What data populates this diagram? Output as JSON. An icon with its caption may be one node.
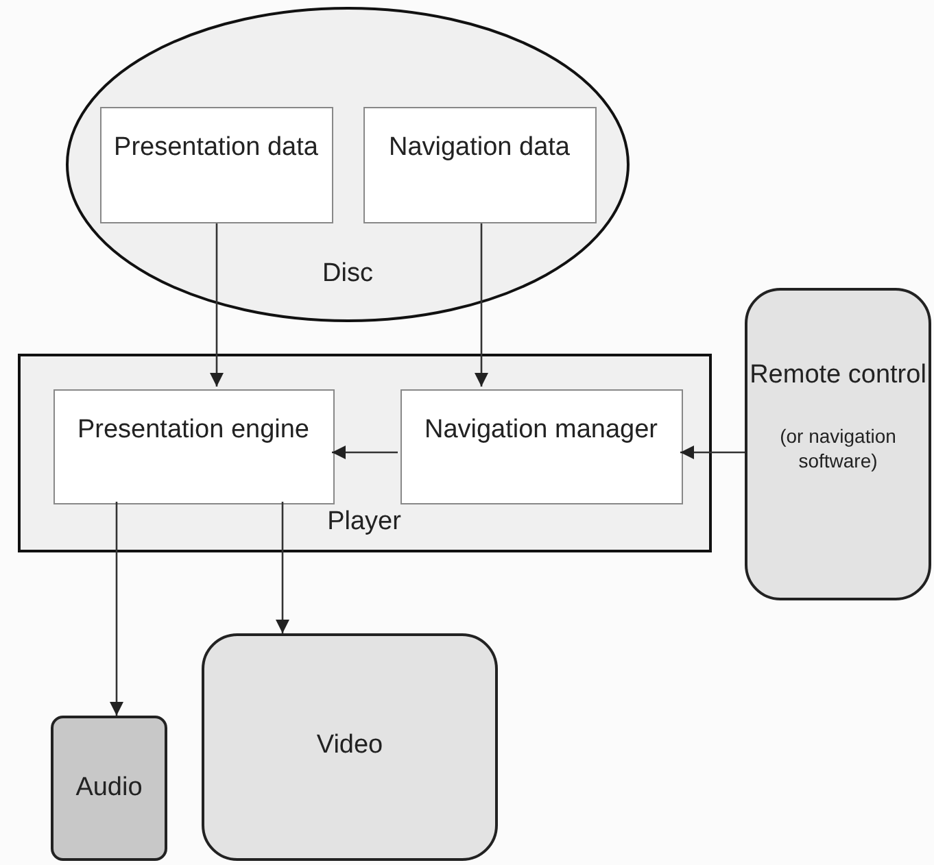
{
  "diagram": {
    "nodes": [
      {
        "text": [
          "Disc"
        ]
      },
      {
        "text": [
          "Presentation data"
        ],
        "in": 0
      },
      {
        "text": [
          "Navigation data"
        ],
        "in": 0
      },
      {
        "text": [
          "Player"
        ]
      },
      {
        "text": [
          "Presentation engine"
        ],
        "in": 3
      },
      {
        "text": [
          "Navigation manager"
        ],
        "in": 3
      },
      {
        "text": [
          "Remote control",
          "(or navigation software)"
        ]
      },
      {
        "text": [
          "Video"
        ]
      },
      {
        "text": [
          "Audio"
        ]
      }
    ],
    "edges": [
      {
        "from": 1,
        "to": 4,
        "arrow": "to"
      },
      {
        "from": 2,
        "to": 5,
        "arrow": "to"
      },
      {
        "from": 5,
        "to": 4,
        "arrow": "to"
      },
      {
        "from": 6,
        "to": 5,
        "arrow": "to"
      },
      {
        "from": 4,
        "to": 8,
        "arrow": "to"
      },
      {
        "from": 4,
        "to": 7,
        "arrow": "to"
      }
    ]
  }
}
